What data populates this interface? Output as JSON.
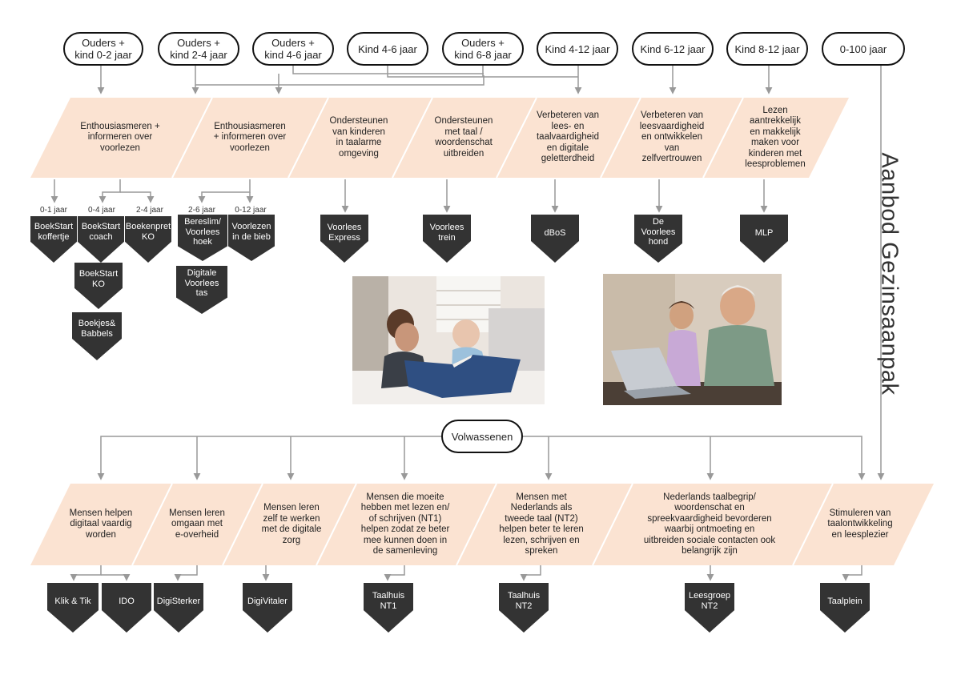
{
  "title": "Aanbod Gezinsaanpak",
  "colors": {
    "band": "#fbe3d2",
    "node": "#333333",
    "line": "#999999",
    "border": "#111111"
  },
  "audiences_top": [
    "Ouders +\nkind 0-2 jaar",
    "Ouders +\nkind 2-4 jaar",
    "Ouders +\nkind 4-6 jaar",
    "Kind 4-6 jaar",
    "Ouders +\nkind 6-8 jaar",
    "Kind 4-12 jaar",
    "Kind 6-12 jaar",
    "Kind 8-12 jaar",
    "0-100 jaar"
  ],
  "goals_top": [
    "Enthousiasmeren +\ninformeren over\nvoorlezen",
    "Enthousiasmeren\n+ informeren over\nvoorlezen",
    "Ondersteunen\nvan kinderen\nin taalarme\nomgeving",
    "Ondersteunen\nmet taal /\nwoordenschat\nuitbreiden",
    "Verbeteren van\nlees- en\ntaalvaardigheid\nen digitale\ngeletterdheid",
    "Verbeteren van\nleesvaardigheid\nen ontwikkelen\nvan\nzelfvertrouwen",
    "Lezen\naantrekkelijk\nen makkelijk\nmaken voor\nkinderen met\nleesproblemen"
  ],
  "age_labels": [
    "0-1 jaar",
    "0-4 jaar",
    "2-4 jaar",
    "2-6 jaar",
    "0-12 jaar"
  ],
  "programs_top": [
    "BoekStart\nkoffertje",
    "BoekStart\ncoach",
    "Boekenpret\nKO",
    "BoekStart\nKO",
    "Boekjes&\nBabbels",
    "Bereslim/\nVoorlees\nhoek",
    "Digitale\nVoorlees\ntas",
    "Voorlezen\nin de bieb",
    "Voorlees\nExpress",
    "Voorlees\ntrein",
    "dBoS",
    "De\nVoorlees\nhond",
    "MLP"
  ],
  "adults_label": "Volwassenen",
  "goals_bottom": [
    "Mensen helpen\ndigitaal vaardig\nworden",
    "Mensen leren\nomgaan met\ne-overheid",
    "Mensen leren\nzelf te werken\nmet de digitale\nzorg",
    "Mensen die moeite\nhebben met lezen en/\nof schrijven (NT1)\nhelpen zodat ze beter\nmee kunnen doen in\nde samenleving",
    "Mensen met\nNederlands als\ntweede taal (NT2)\nhelpen beter te leren\nlezen, schrijven en\nspreken",
    "Nederlands taalbegrip/\nwoordenschat en\nspreekvaardigheid bevorderen\nwaarbij ontmoeting en\nuitbreiden sociale contacten ook\nbelangrijk zijn",
    "Stimuleren van\ntaalontwikkeling\nen leesplezier"
  ],
  "programs_bottom": [
    "Klik & Tik",
    "IDO",
    "DigiSterker",
    "DigiVitaler",
    "Taalhuis\nNT1",
    "Taalhuis\nNT2",
    "Leesgroep\nNT2",
    "Taalplein"
  ]
}
